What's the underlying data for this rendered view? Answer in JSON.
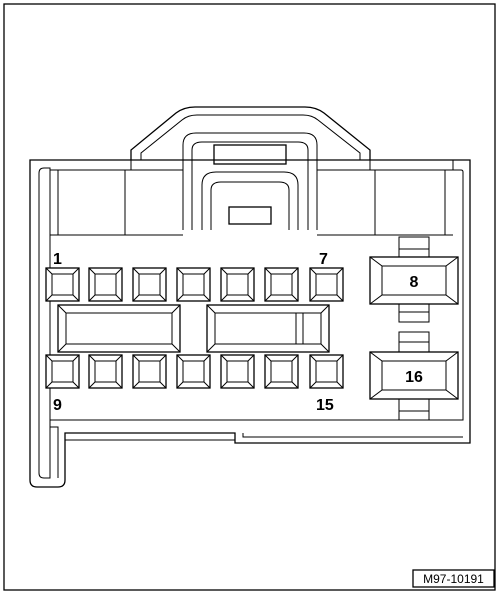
{
  "diagram": {
    "pin_labels": {
      "pin_1": "1",
      "pin_7": "7",
      "pin_8": "8",
      "pin_9": "9",
      "pin_15": "15",
      "pin_16": "16"
    },
    "reference_code": "M97-10191"
  }
}
